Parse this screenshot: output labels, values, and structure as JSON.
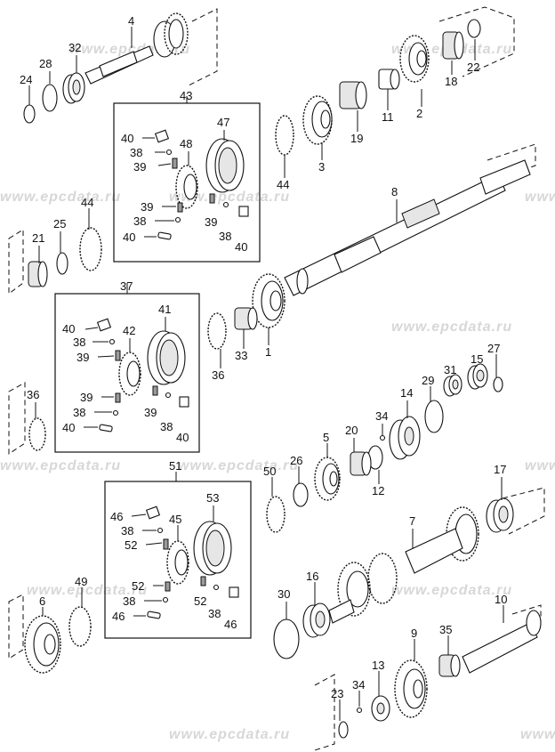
{
  "watermark": "www.epcdata.ru",
  "callouts": {
    "c1": "1",
    "c2": "2",
    "c3": "3",
    "c4": "4",
    "c5": "5",
    "c6": "6",
    "c7": "7",
    "c8": "8",
    "c9": "9",
    "c10": "10",
    "c11": "11",
    "c12": "12",
    "c13": "13",
    "c14": "14",
    "c15": "15",
    "c16": "16",
    "c17": "17",
    "c18": "18",
    "c19": "19",
    "c20": "20",
    "c21": "21",
    "c22": "22",
    "c23": "23",
    "c24": "24",
    "c25": "25",
    "c26": "26",
    "c27": "27",
    "c28": "28",
    "c29": "29",
    "c30": "30",
    "c31": "31",
    "c32": "32",
    "c33": "33",
    "c34a": "34",
    "c34b": "34",
    "c35": "35",
    "c36a": "36",
    "c36b": "36",
    "c37": "37",
    "c41": "41",
    "c42": "42",
    "c43": "43",
    "c44a": "44",
    "c44b": "44",
    "c45": "45",
    "c47": "47",
    "c48": "48",
    "c49": "49",
    "c50": "50",
    "c51": "51",
    "c53": "53",
    "b43_40a": "40",
    "b43_38a": "38",
    "b43_39a": "39",
    "b43_39b": "39",
    "b43_38b": "38",
    "b43_40b": "40",
    "b43_39c": "39",
    "b43_38c": "38",
    "b43_40c": "40",
    "b37_40a": "40",
    "b37_38a": "38",
    "b37_39a": "39",
    "b37_39b": "39",
    "b37_38b": "38",
    "b37_40b": "40",
    "b37_39c": "39",
    "b37_38c": "38",
    "b37_40c": "40",
    "b51_46a": "46",
    "b51_38a": "38",
    "b51_52a": "52",
    "b51_52b": "52",
    "b51_38b": "38",
    "b51_46b": "46",
    "b51_52c": "52",
    "b51_38c": "38",
    "b51_46c": "46"
  }
}
